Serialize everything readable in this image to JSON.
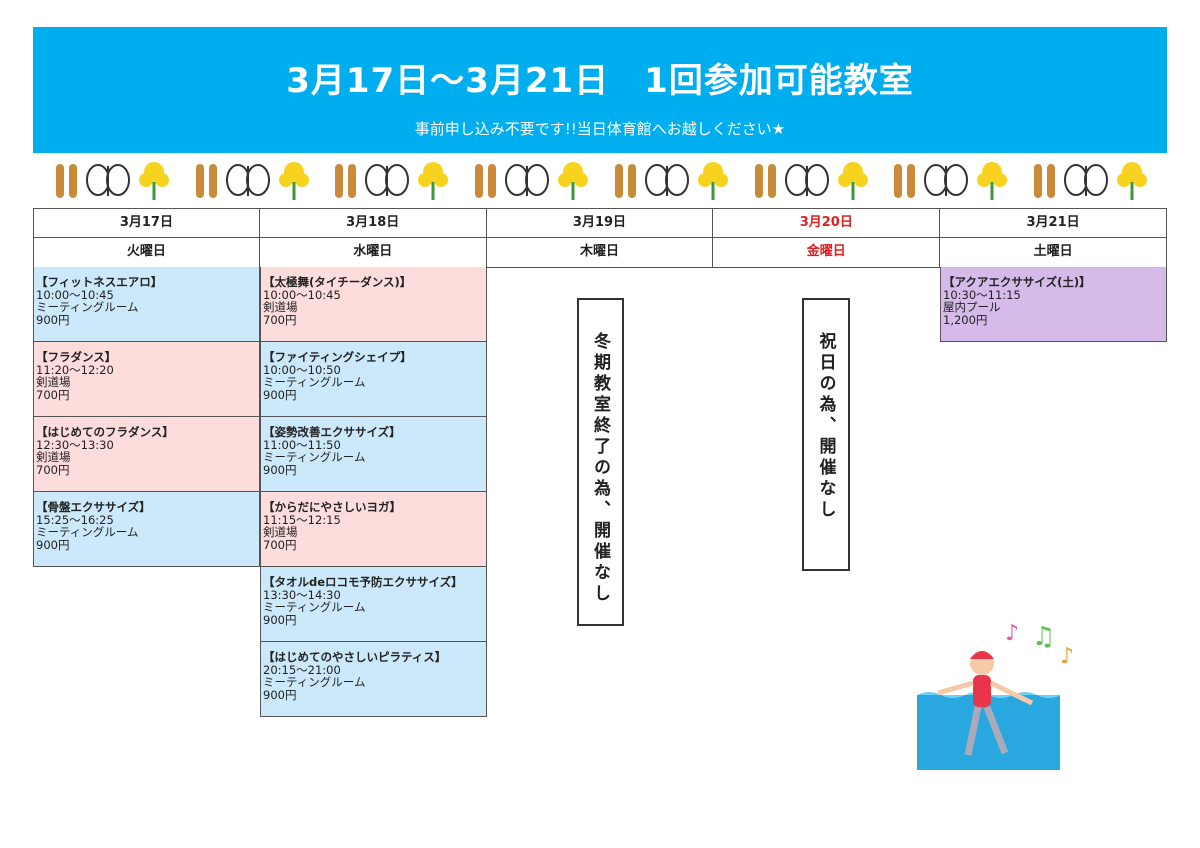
{
  "header": {
    "title": "3月17日〜3月21日　1回参加可能教室",
    "subtitle": "事前申し込み不要です!!当日体育館へお越しください★"
  },
  "days": [
    {
      "date": "3月17日",
      "weekday": "火曜日",
      "holiday": false
    },
    {
      "date": "3月18日",
      "weekday": "水曜日",
      "holiday": false
    },
    {
      "date": "3月19日",
      "weekday": "木曜日",
      "holiday": false
    },
    {
      "date": "3月20日",
      "weekday": "金曜日",
      "holiday": true
    },
    {
      "date": "3月21日",
      "weekday": "土曜日",
      "holiday": false
    }
  ],
  "col1": [
    {
      "name": "【フィットネスエアロ】",
      "time": "10:00〜10:45",
      "place": "ミーティングルーム",
      "price": "900円"
    },
    {
      "name": "【フラダンス】",
      "time": "11:20〜12:20",
      "place": "剣道場",
      "price": "700円"
    },
    {
      "name": "【はじめてのフラダンス】",
      "time": "12:30〜13:30",
      "place": "剣道場",
      "price": "700円"
    },
    {
      "name": "【骨盤エクササイズ】",
      "time": "15:25〜16:25",
      "place": "ミーティングルーム",
      "price": "900円"
    }
  ],
  "col2": [
    {
      "name": "【太極舞(タイチーダンス)】",
      "time": "10:00〜10:45",
      "place": "剣道場",
      "price": "700円"
    },
    {
      "name": "【ファイティングシェイプ】",
      "time": "10:00〜10:50",
      "place": "ミーティングルーム",
      "price": "900円"
    },
    {
      "name": "【姿勢改善エクササイズ】",
      "time": "11:00〜11:50",
      "place": "ミーティングルーム",
      "price": "900円"
    },
    {
      "name": "【からだにやさしいヨガ】",
      "time": "11:15〜12:15",
      "place": "剣道場",
      "price": "700円"
    },
    {
      "name": "【タオルdeロコモ予防エクササイズ】",
      "time": "13:30〜14:30",
      "place": "ミーティングルーム",
      "price": "900円"
    },
    {
      "name": "【はじめてのやさしいピラティス】",
      "time": "20:15〜21:00",
      "place": "ミーティングルーム",
      "price": "900円"
    }
  ],
  "col5": [
    {
      "name": "【アクアエクササイズ(土)】",
      "time": "10:30〜11:15",
      "place": "屋内プール",
      "price": "1,200円"
    }
  ],
  "notices": {
    "thu": "冬期教室終了の為、開催なし",
    "fri": "祝日の為、開催なし"
  },
  "colors": {
    "header": "#00aeef",
    "blue": "#cce9fb",
    "pink": "#fddcdc",
    "purple": "#d6bbea",
    "holiday": "#e02020"
  }
}
